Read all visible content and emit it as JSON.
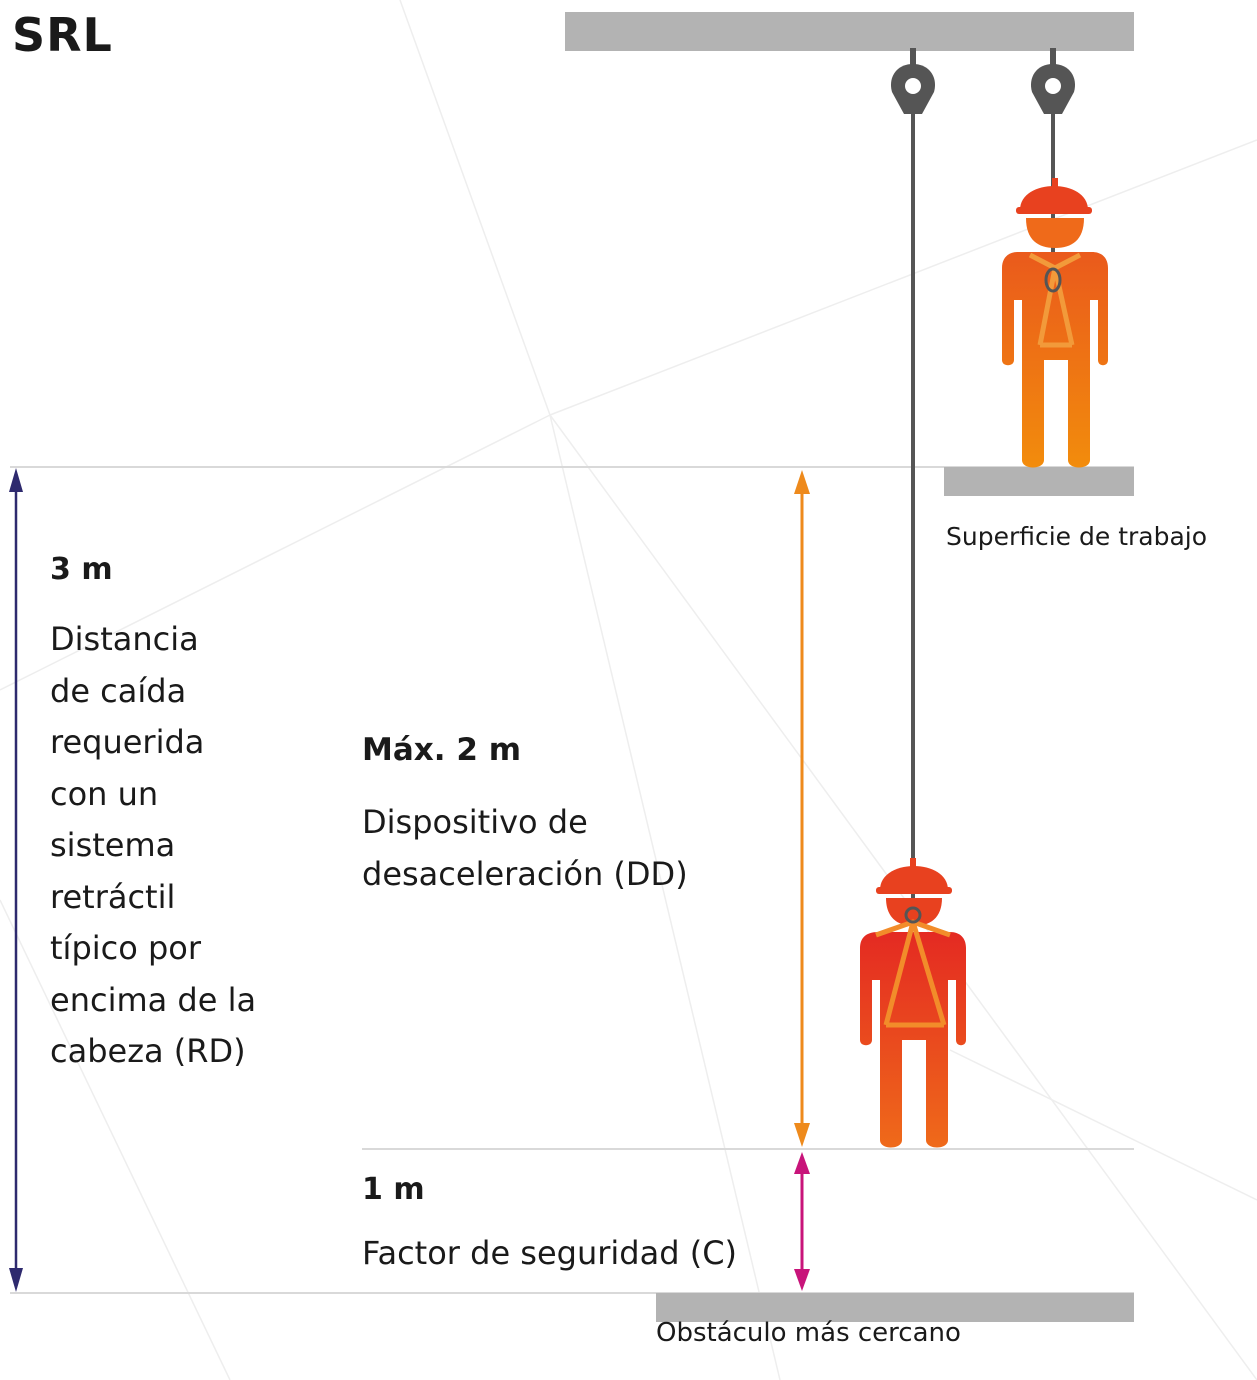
{
  "title": "SRL",
  "labels": {
    "surface": "Superficie de trabajo",
    "obstacle": "Obstáculo más cercano"
  },
  "rd": {
    "value": "3 m",
    "description": "Distancia\nde caída\nrequerida\ncon un\nsistema\nretráctil\ntípico por\nencima de la\ncabeza (RD)"
  },
  "dd": {
    "value": "Máx. 2 m",
    "description": "Dispositivo de\ndesaceleración (DD)"
  },
  "c": {
    "value": "1 m",
    "description": "Factor de seguridad (C)"
  },
  "colors": {
    "rd_arrow": "#2e2a6e",
    "dd_arrow": "#ee8a1c",
    "c_arrow": "#c8147a",
    "bar": "#b3b3b3",
    "lanyard": "#555555",
    "worker_standing": "#ef7d1a",
    "worker_fallen": "#e8411f",
    "helmet": "#e8411f"
  }
}
